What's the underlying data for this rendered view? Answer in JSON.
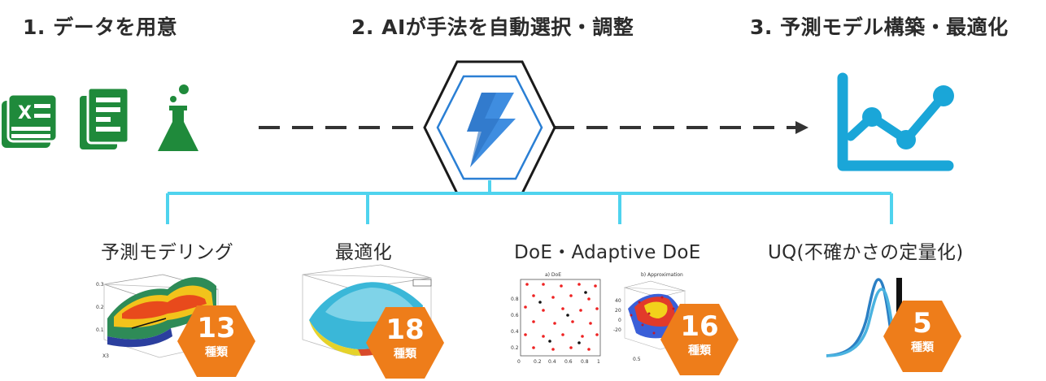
{
  "steps": [
    {
      "label": "1. データを用意"
    },
    {
      "label": "2. AIが手法を自動選択・調整"
    },
    {
      "label": "3. 予測モデル構築・最適化"
    }
  ],
  "categories": [
    {
      "label": "予測モデリング",
      "count": "13",
      "unit": "種類"
    },
    {
      "label": "最適化",
      "count": "18",
      "unit": "種類"
    },
    {
      "label": "DoE・Adaptive DoE",
      "count": "16",
      "unit": "種類"
    },
    {
      "label": "UQ(不確かさの定量化)",
      "count": "5",
      "unit": "種類"
    }
  ],
  "thumbnails": {
    "doe_title": "a) DoE",
    "approx_title": "b) Approximation"
  },
  "icons": [
    "spreadsheet-icon",
    "document-icon",
    "flask-icon",
    "lightning-icon",
    "line-chart-icon"
  ],
  "colors": {
    "green": "#1f8a3b",
    "blue": "#1aa6d8",
    "connector": "#4fd3ee",
    "orange": "#ee7d1a",
    "hex_border": "#1a1a1a",
    "dash": "#333333"
  }
}
